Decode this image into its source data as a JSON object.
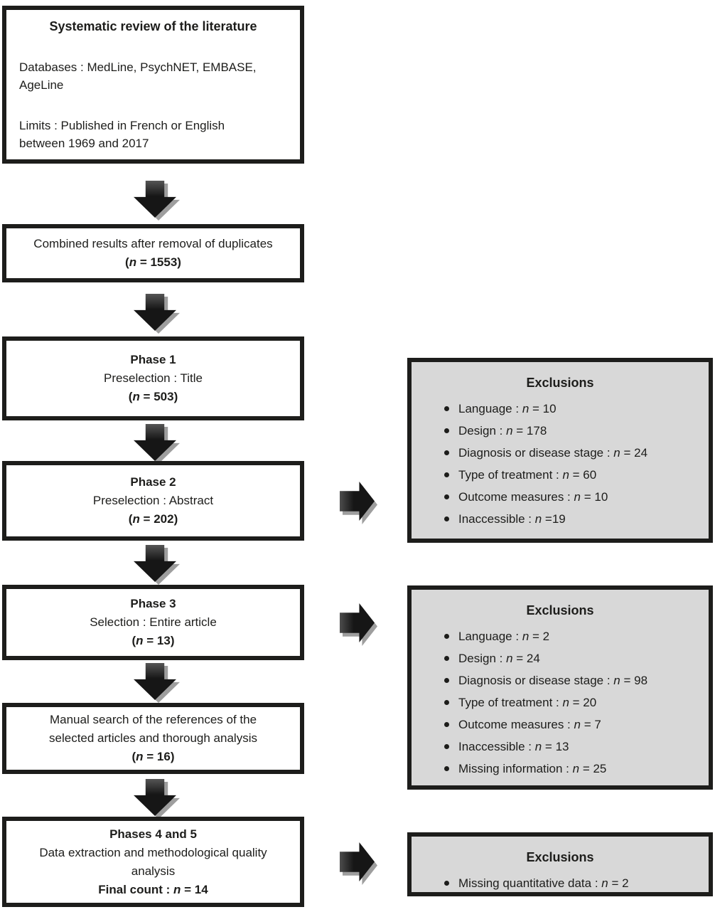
{
  "figure": {
    "type": "systematic-review-flow-diagram"
  },
  "colors": {
    "box_border": "#1d1d1b",
    "box_background": "#ffffff",
    "exclusion_background": "#d8d8d8",
    "arrow_fill": "#161616",
    "arrow_shadow": "#9e9e9e",
    "text": "#1d1d1b"
  },
  "n_symbol": "n",
  "left_column": {
    "search_box": {
      "title": "Systematic review of the literature",
      "databases_lines": [
        "Databases : MedLine, PsychNET, EMBASE,",
        "AgeLine"
      ],
      "limits_lines": [
        "Limits : Published in French or English",
        "between 1969 and 2017"
      ]
    },
    "combined_box": {
      "line": "Combined results after removal of duplicates",
      "count_pre": "(",
      "count_post": " = 1553)"
    },
    "phase1_box": {
      "title": "Phase 1",
      "subtitle": "Preselection : Title",
      "count_pre": "(",
      "count_post": " = 503)"
    },
    "phase2_box": {
      "title": "Phase 2",
      "subtitle": "Preselection : Abstract",
      "count_pre": "(",
      "count_post": " = 202)"
    },
    "phase3_box": {
      "title": "Phase 3",
      "subtitle": "Selection : Entire article",
      "count_pre": "(",
      "count_post": " = 13)"
    },
    "manual_box": {
      "lines": [
        "Manual search of the references of the",
        "selected articles and thorough analysis"
      ],
      "count_pre": "(",
      "count_post": " = 16)"
    },
    "final_box": {
      "title": "Phases 4 and 5",
      "lines": [
        "Data extraction and methodological quality",
        "analysis"
      ],
      "final_pre": "Final count : ",
      "final_post": " = 14"
    }
  },
  "exclusion_boxes": [
    {
      "title": "Exclusions",
      "items": [
        {
          "pre": "Language : ",
          "post": " = 10"
        },
        {
          "pre": "Design : ",
          "post": " = 178"
        },
        {
          "pre": "Diagnosis or disease stage : ",
          "post": " = 24"
        },
        {
          "pre": "Type of treatment : ",
          "post": " = 60"
        },
        {
          "pre": "Outcome measures : ",
          "post": " = 10"
        },
        {
          "pre": "Inaccessible : ",
          "post": " =19"
        }
      ]
    },
    {
      "title": "Exclusions",
      "items": [
        {
          "pre": "Language : ",
          "post": " = 2"
        },
        {
          "pre": "Design : ",
          "post": " = 24"
        },
        {
          "pre": "Diagnosis or disease stage : ",
          "post": " = 98"
        },
        {
          "pre": "Type of treatment : ",
          "post": " = 20"
        },
        {
          "pre": "Outcome measures : ",
          "post": " = 7"
        },
        {
          "pre": "Inaccessible : ",
          "post": " = 13"
        },
        {
          "pre": "Missing information : ",
          "post": " = 25"
        }
      ]
    },
    {
      "title": "Exclusions",
      "items": [
        {
          "pre": "Missing quantitative data : ",
          "post": " = 2"
        }
      ]
    }
  ]
}
